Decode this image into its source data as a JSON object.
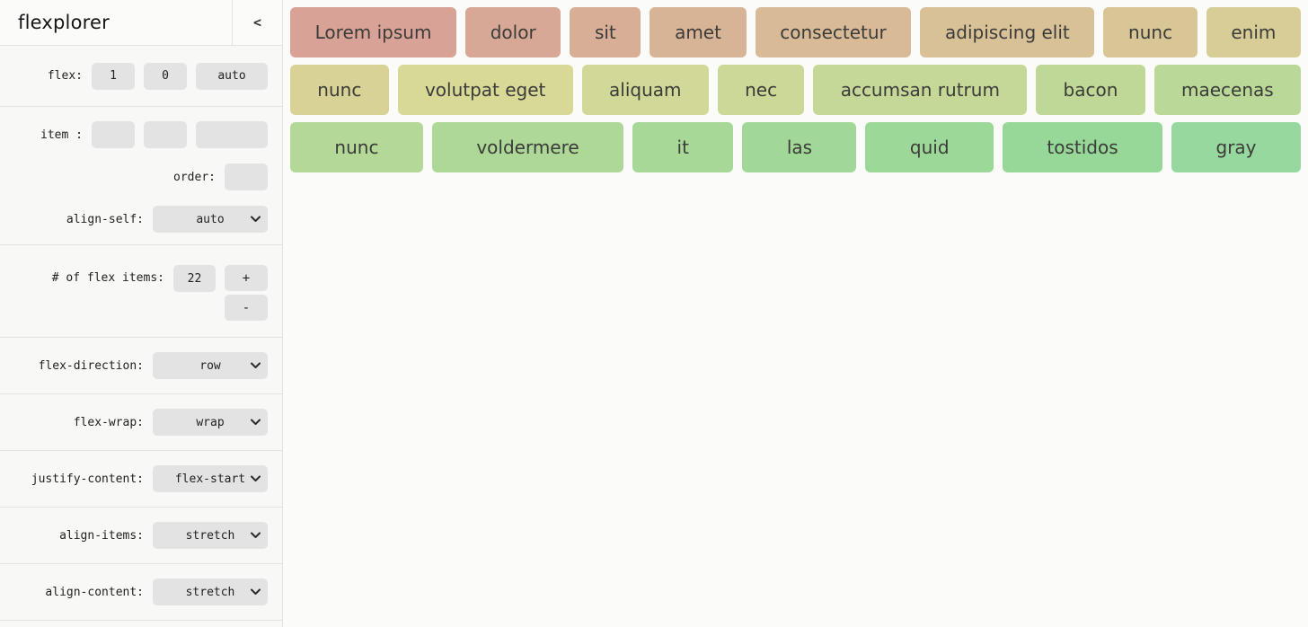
{
  "app": {
    "title": "flexplorer",
    "collapse_icon": "<"
  },
  "sidebar": {
    "flex_row": {
      "label": "flex:",
      "grow_value": "1",
      "shrink_value": "0",
      "basis_value": "auto"
    },
    "item_row": {
      "label": "item :",
      "grow_value": "",
      "shrink_value": "",
      "basis_value": ""
    },
    "order_row": {
      "label": "order:",
      "value": ""
    },
    "align_self_row": {
      "label": "align-self:",
      "value": "auto"
    },
    "count_row": {
      "label": "# of flex items:",
      "value": "22",
      "increment_label": "+",
      "decrement_label": "-"
    },
    "selects": [
      {
        "label": "flex-direction:",
        "value": "row"
      },
      {
        "label": "flex-wrap:",
        "value": "wrap"
      },
      {
        "label": "justify-content:",
        "value": "flex-start"
      },
      {
        "label": "align-items:",
        "value": "stretch"
      },
      {
        "label": "align-content:",
        "value": "stretch"
      }
    ]
  },
  "colors": {
    "sidebar_bg": "#f8f8f6",
    "content_bg": "#fbfbf9",
    "control_bg": "#e3e3e3",
    "separator": "#e3e3e1",
    "item_text": "#3b3b39"
  },
  "flex_items": [
    {
      "label": "Lorem ipsum",
      "color": "#d8a297"
    },
    {
      "label": "dolor",
      "color": "#d8a897"
    },
    {
      "label": "sit",
      "color": "#d8ae97"
    },
    {
      "label": "amet",
      "color": "#d8b497"
    },
    {
      "label": "consectetur",
      "color": "#d8ba97"
    },
    {
      "label": "adipiscing elit",
      "color": "#d8c097"
    },
    {
      "label": "nunc",
      "color": "#d8c697"
    },
    {
      "label": "enim",
      "color": "#d8cc97"
    },
    {
      "label": "nunc",
      "color": "#d8d297"
    },
    {
      "label": "volutpat eget",
      "color": "#d8d897"
    },
    {
      "label": "aliquam",
      "color": "#d2d897"
    },
    {
      "label": "nec",
      "color": "#ccd897"
    },
    {
      "label": "accumsan rutrum",
      "color": "#c6d897"
    },
    {
      "label": "bacon",
      "color": "#c0d897"
    },
    {
      "label": "maecenas",
      "color": "#bad897"
    },
    {
      "label": "nunc",
      "color": "#b4d897"
    },
    {
      "label": "voldermere",
      "color": "#aed897"
    },
    {
      "label": "it",
      "color": "#a8d897"
    },
    {
      "label": "las",
      "color": "#a2d897"
    },
    {
      "label": "quid",
      "color": "#9cd897"
    },
    {
      "label": "tostidos",
      "color": "#97d899"
    },
    {
      "label": "gray",
      "color": "#97d89f"
    }
  ]
}
